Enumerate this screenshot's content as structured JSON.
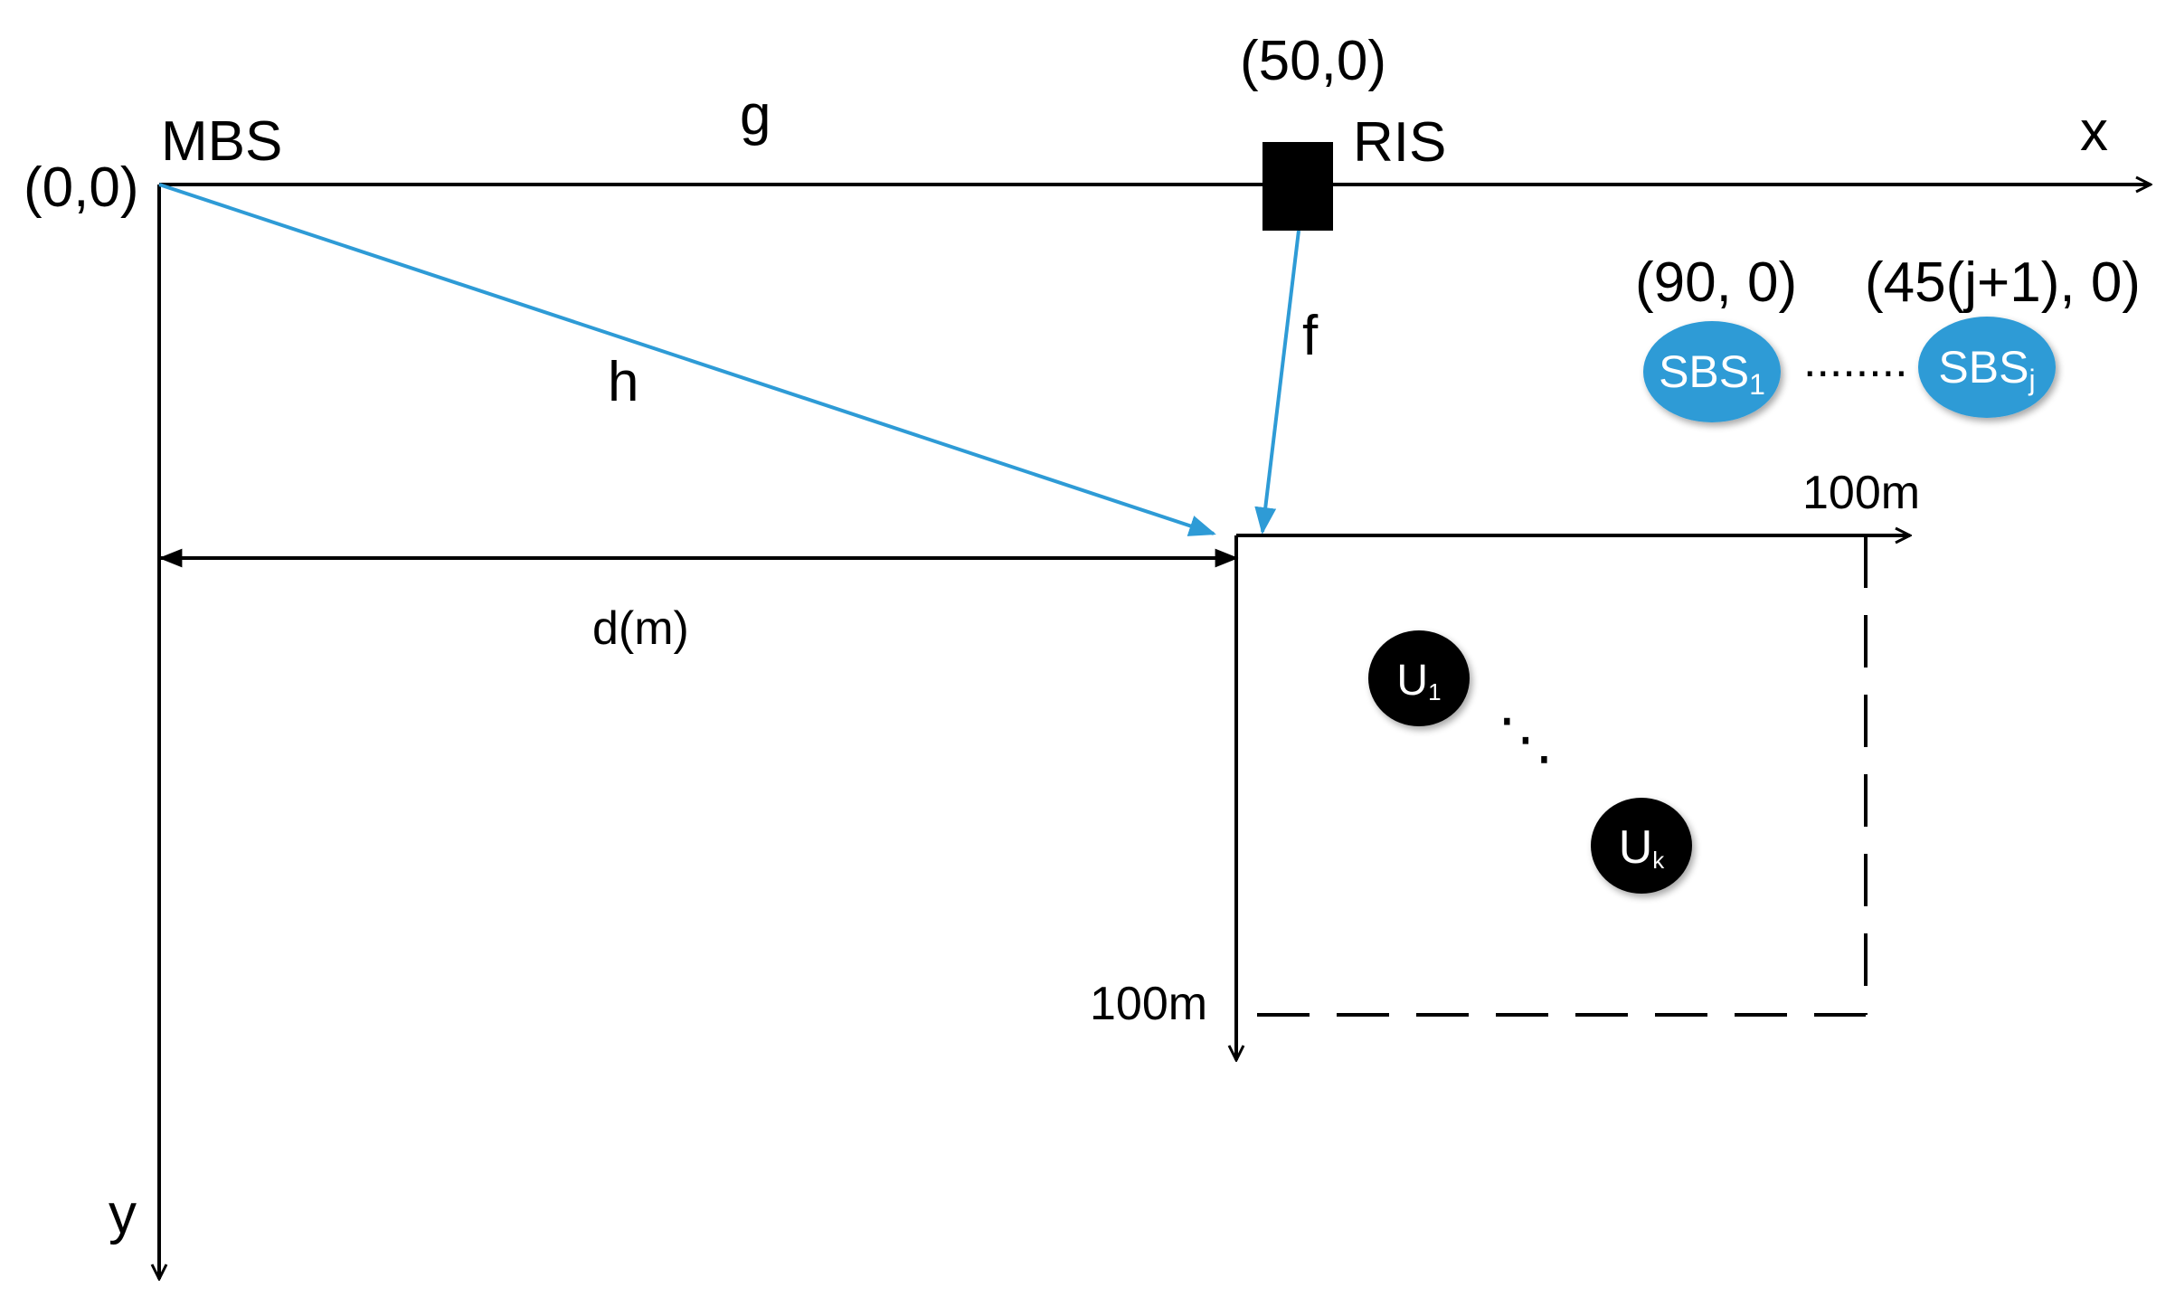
{
  "labels": {
    "origin": "(0,0)",
    "mbs": "MBS",
    "g": "g",
    "ris_coord": "(50,0)",
    "ris": "RIS",
    "x_axis": "x",
    "y_axis": "y",
    "h": "h",
    "f": "f",
    "distance": "d(m)",
    "area_width": "100m",
    "area_height": "100m",
    "sbs1_coord": "(90, 0)",
    "sbsj_coord": "(45(j+1), 0)",
    "sbs_dots": "........",
    "user_dots": "⋱"
  },
  "nodes": {
    "sbs1": {
      "main": "SBS",
      "sub": "1"
    },
    "sbsj": {
      "main": "SBS",
      "sub": "j"
    },
    "u1": {
      "main": "U",
      "sub": "1"
    },
    "uk": {
      "main": "U",
      "sub": "k"
    }
  },
  "colors": {
    "link": "#2E9BD6",
    "sbs_fill": "#2E9BD6",
    "user_fill": "#000000",
    "ris_fill": "#000000",
    "axis": "#000000"
  }
}
